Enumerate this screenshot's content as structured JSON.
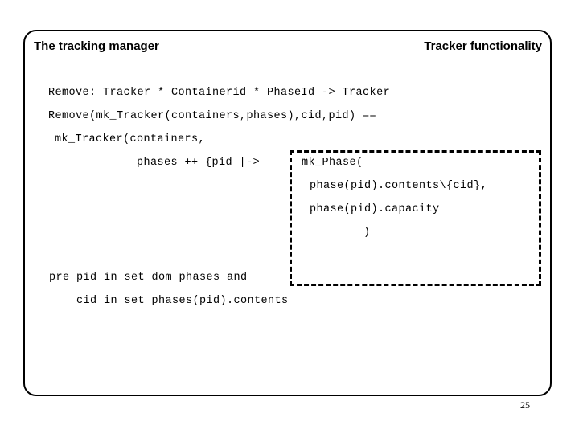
{
  "slide": {
    "header": {
      "left_title": "The tracking manager",
      "right_title": "Tracker functionality"
    },
    "body": {
      "lines": [
        "Remove: Tracker * Containerid * PhaseId -> Tracker",
        "Remove(mk_Tracker(containers,phases),cid,pid) ==",
        "mk_Tracker(containers,",
        "phases ++ {pid |->",
        "pre pid in set dom phases and",
        "cid in set phases(pid).contents"
      ]
    },
    "callout": {
      "lines": [
        "mk_Phase(",
        "phase(pid).contents\\{cid},",
        "phase(pid).capacity",
        ")"
      ]
    },
    "footer": {
      "page_number": "25"
    },
    "colors": {
      "background": "#ffffff",
      "foreground": "#000000",
      "border": "#000000"
    }
  }
}
